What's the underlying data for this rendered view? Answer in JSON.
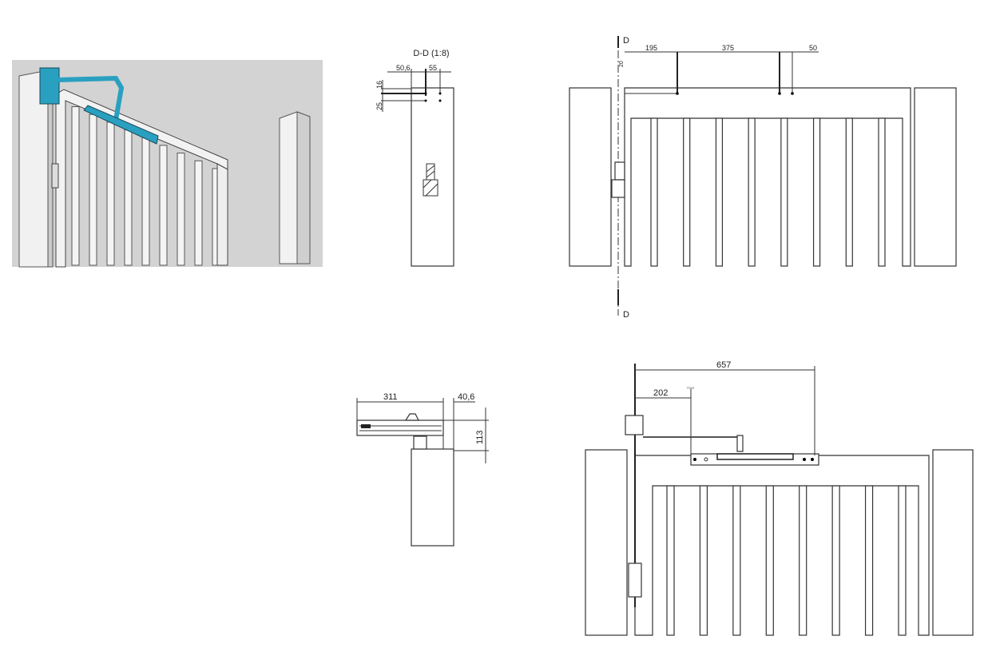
{
  "section_view": {
    "title": "D-D (1:8)",
    "dims": {
      "horizontal_left": "50,6",
      "horizontal_right": "55",
      "vertical_top": "16",
      "vertical_bottom": "25"
    }
  },
  "front_view_top": {
    "section_marker_top": "D",
    "section_marker_bottom": "D",
    "dims": {
      "vertical": "20",
      "d1": "195",
      "d2": "375",
      "d3": "50"
    }
  },
  "top_view": {
    "dims": {
      "length": "311",
      "offset": "40,6",
      "height": "113"
    }
  },
  "front_view_bottom": {
    "dims": {
      "overall": "657",
      "arm": "202",
      "note": "max"
    }
  },
  "colors": {
    "photo_background": "#d3d3d3",
    "closer_blue": "#2aa0c0",
    "line": "#333333"
  }
}
